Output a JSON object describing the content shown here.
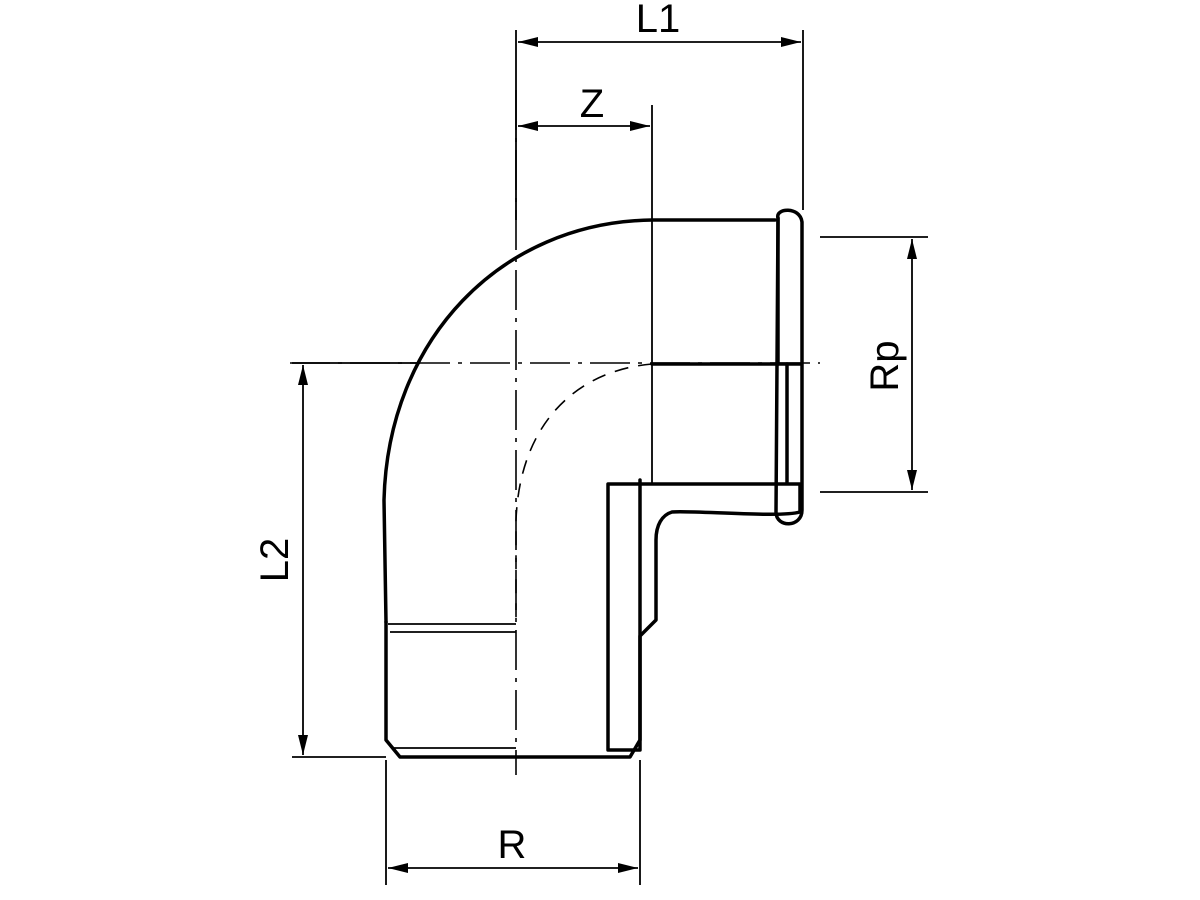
{
  "labels": {
    "L1": "L1",
    "Z": "Z",
    "L2": "L2",
    "Rp": "Rp",
    "R": "R"
  }
}
